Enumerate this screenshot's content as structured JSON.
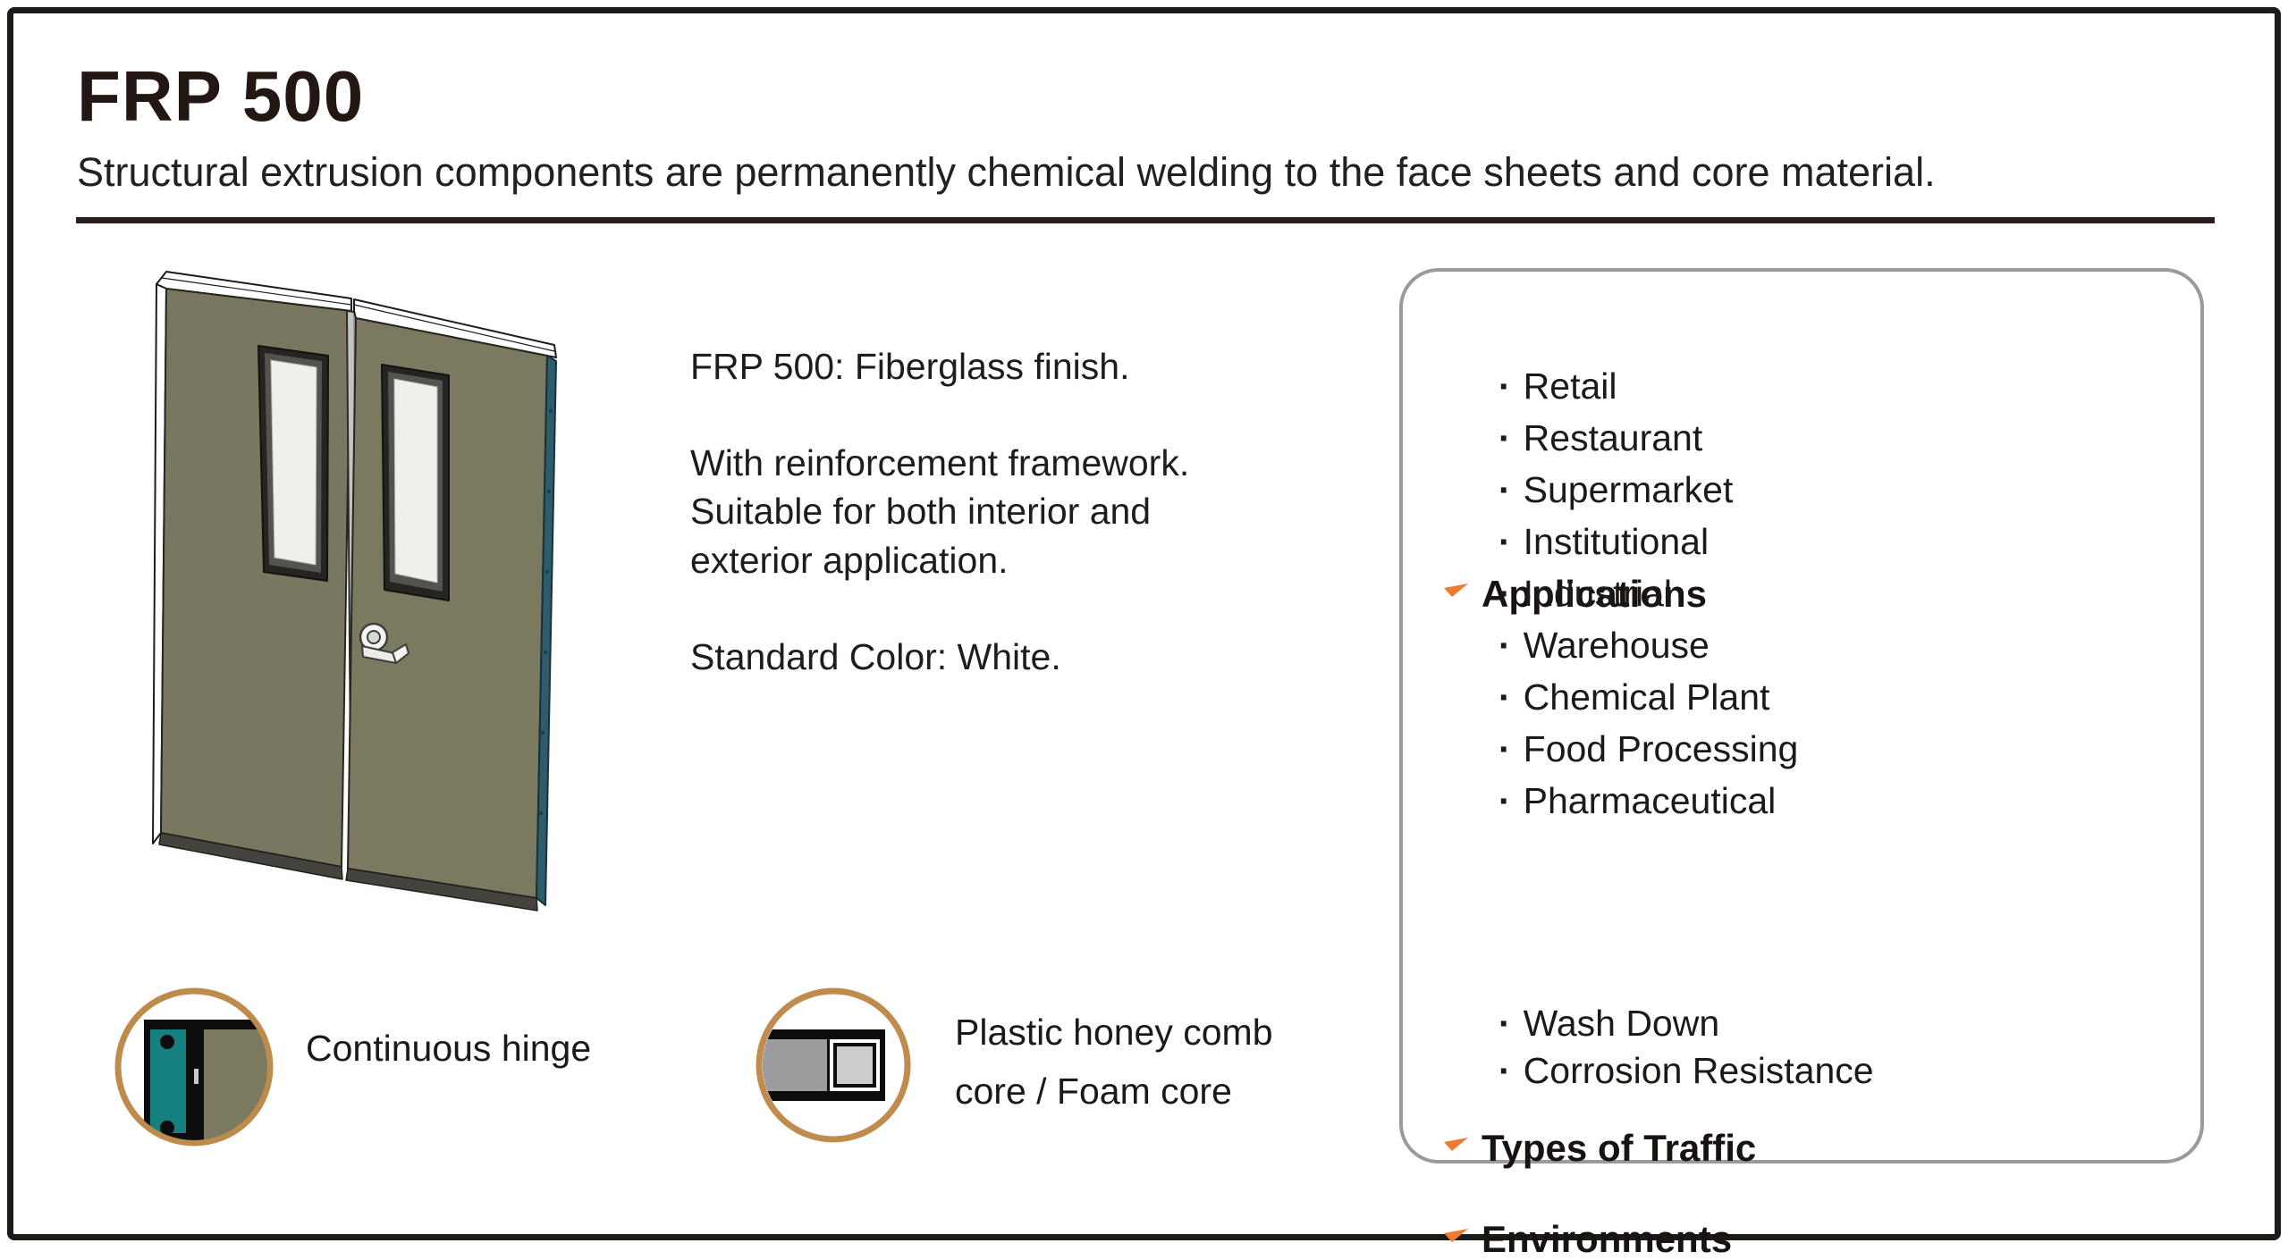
{
  "header": {
    "title": "FRP 500",
    "subtitle": "Structural extrusion components are permanently chemical welding to the face sheets and core material."
  },
  "description": {
    "lines": [
      "FRP 500: Fiberglass finish.",
      "With reinforcement framework.",
      "Suitable for both interior and",
      "exterior application.",
      "Standard Color: White."
    ]
  },
  "panel": {
    "bullet": "·",
    "sections": [
      {
        "title": "Applications",
        "items": [
          "Retail",
          "Restaurant",
          "Supermarket",
          "Institutional",
          "Industrial",
          "Warehouse",
          "Chemical Plant",
          "Food Processing",
          "Pharmaceutical"
        ]
      },
      {
        "title": "Types of Traffic",
        "items": []
      },
      {
        "title": "Environments",
        "items": [
          "Wash Down",
          "Corrosion Resistance"
        ]
      }
    ]
  },
  "details": [
    {
      "icon": "continuous-hinge-icon",
      "lines": [
        "Continuous hinge"
      ]
    },
    {
      "icon": "core-cross-section-icon",
      "lines": [
        "Plastic honey comb",
        "core / Foam core"
      ]
    }
  ],
  "colors": {
    "accent_orange": "#ee7c30",
    "ring_tan": "#bf8c4e",
    "hinge_teal": "#15807f",
    "door_face": "#7a785f",
    "door_edge_teal": "#2e5c6a",
    "rule_dark": "#281f1c",
    "panel_border": "#9a9a9a"
  }
}
